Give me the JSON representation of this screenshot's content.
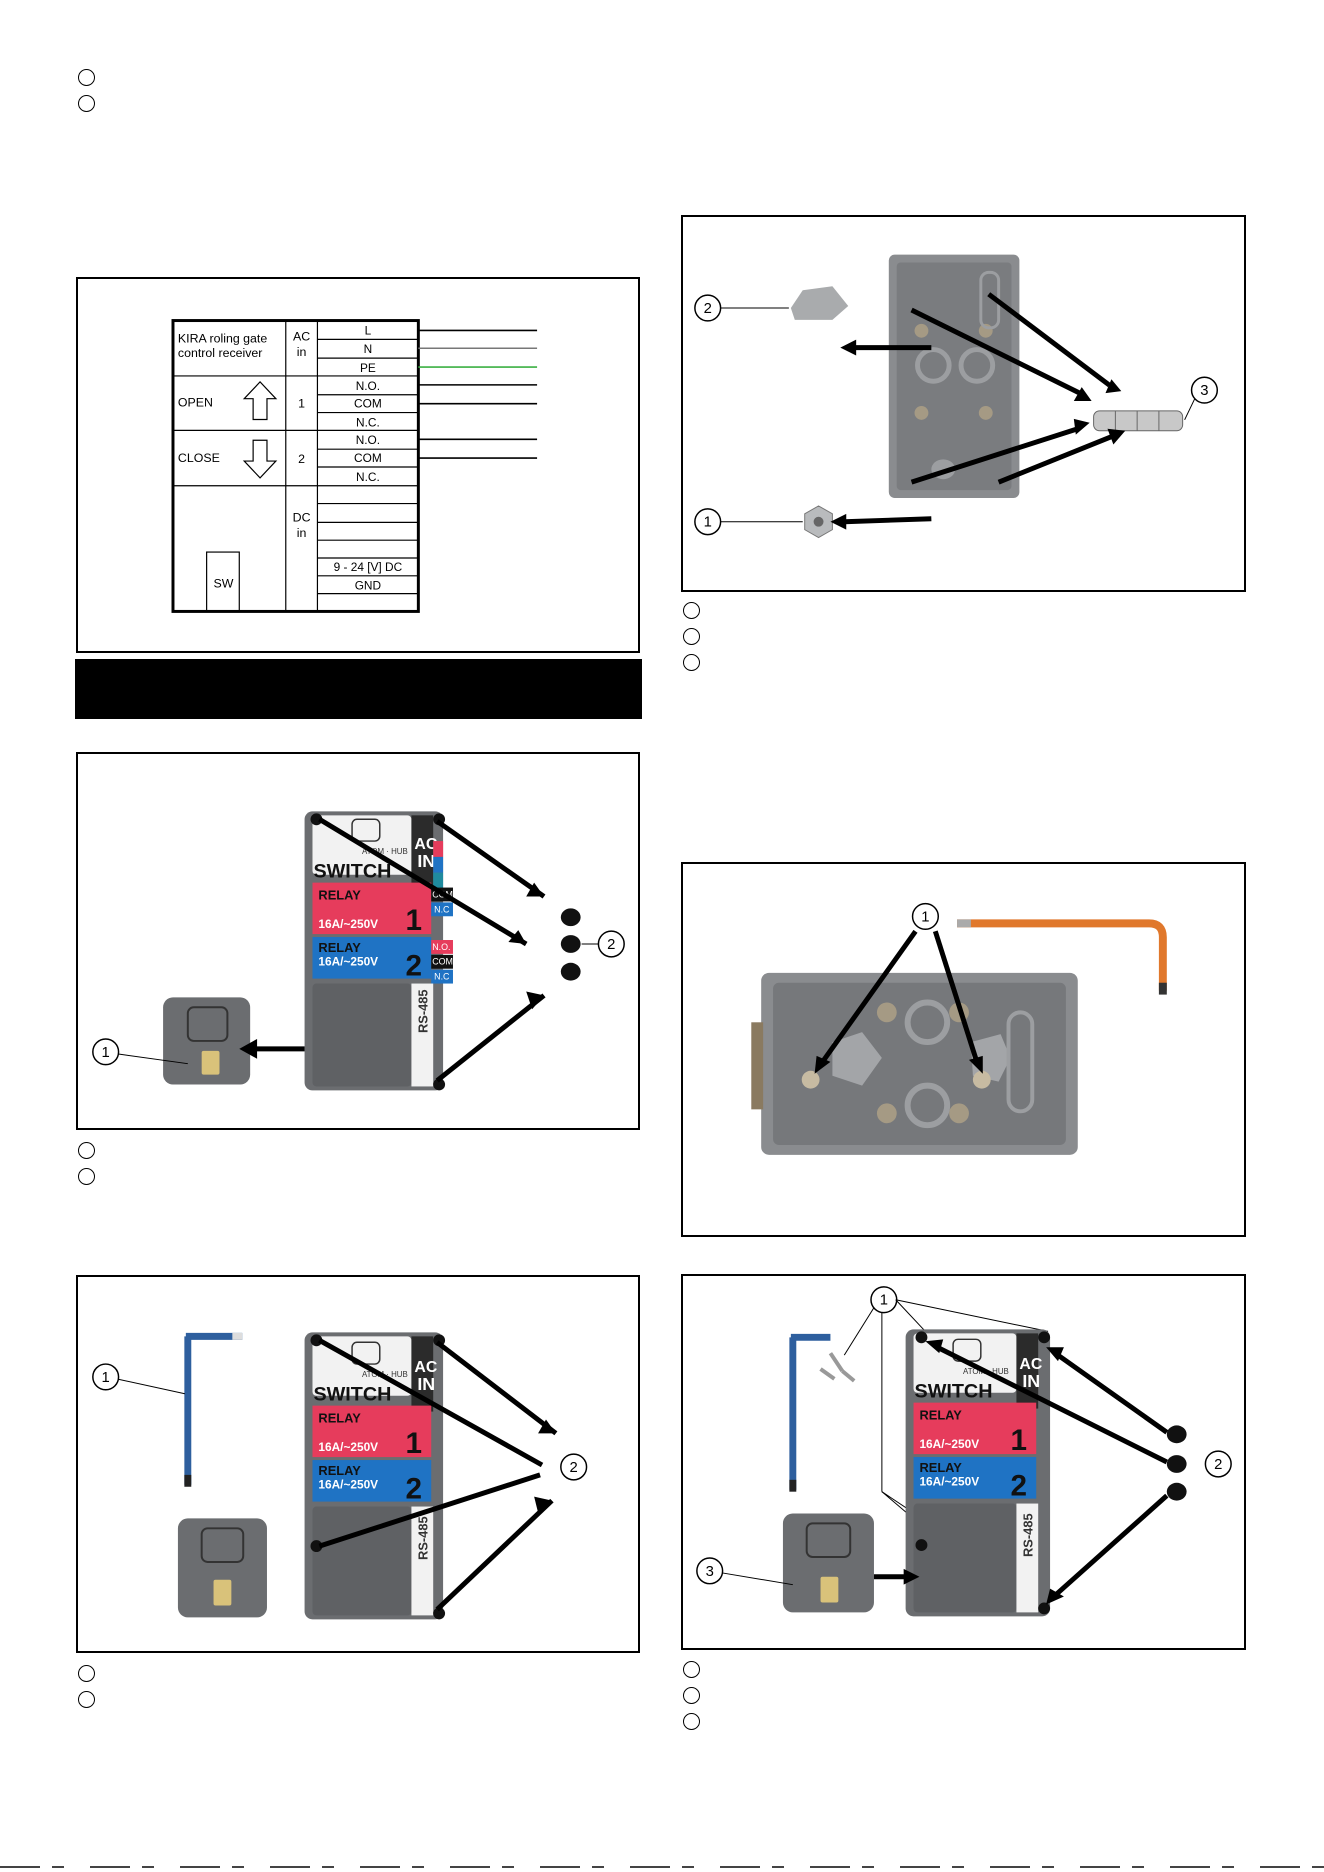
{
  "wiring": {
    "receiver_label_line1": "KIRA roling gate",
    "receiver_label_line2": "control receiver",
    "open_label": "OPEN",
    "close_label": "CLOSE",
    "sw_label": "SW",
    "ac_line1": "AC",
    "ac_line2": "in",
    "dc_line1": "DC",
    "dc_line2": "in",
    "relay1": "1",
    "relay2": "2",
    "terminals": [
      "L",
      "N",
      "PE",
      "N.O.",
      "COM",
      "N.C.",
      "N.O.",
      "COM",
      "N.C.",
      "",
      "9 - 24 [V] DC",
      "GND"
    ]
  },
  "device": {
    "brand": "ATOM · HUB",
    "switch_word": "SWITCH",
    "relay_word": "RELAY",
    "rating": "16A/~250V",
    "relay1_number": "1",
    "relay2_number": "2",
    "rs485": "RS-485",
    "ac_in_line1": "AC",
    "ac_in_line2": "IN",
    "no": "N.O.",
    "com": "COM",
    "nc": "N.C"
  },
  "callouts": {
    "one": "1",
    "two": "2",
    "three": "3"
  },
  "colors": {
    "relay1": "#e63c5c",
    "relay2": "#1f73c4",
    "housing": "#6b6d70",
    "hex_key_blue": "#2e5f9e",
    "hex_key_orange": "#e0782c",
    "pe_wire": "#3cb043"
  }
}
